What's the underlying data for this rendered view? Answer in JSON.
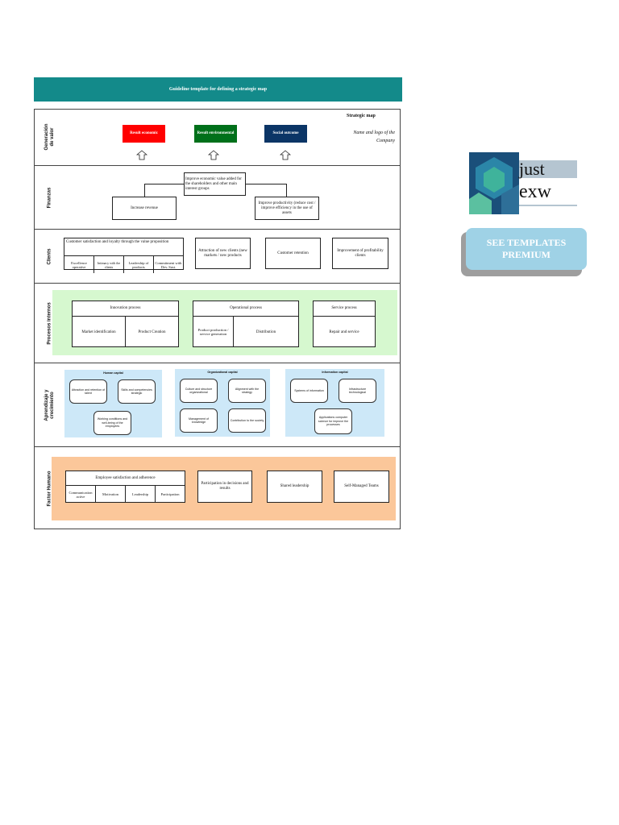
{
  "header": {
    "title": "Guideline template for defining a strategic map"
  },
  "colors": {
    "header": "#138a8a",
    "result_economic": "#ff0000",
    "result_environmental": "#00701a",
    "result_social": "#0b3566",
    "processes_bg": "#d6f8cf",
    "learning_bg": "#cde8f8",
    "human_bg": "#fbc79a",
    "premium_button": "#9fd2e6"
  },
  "value_generation": {
    "label": "Generación de valor",
    "results": [
      "Result economic",
      "Result environmental",
      "Social outcome"
    ],
    "strategic_map": "Strategic map",
    "logo_note": "Name and logo of the Company"
  },
  "finance": {
    "label": "Finanzas",
    "top": "Improve economic value added for the shareholders and other main interest groups",
    "left": "Increase revenue",
    "right": "Improve productivity (reduce cost / improve efficiency in the use of assets"
  },
  "clients": {
    "label": "Clients",
    "satisfaction_title": "Customer satisfaction and loyalty through the value proposition",
    "satisfaction_cells": [
      "Excellence operative",
      "Intimacy with the clients",
      "Leadership of products",
      "Commitment with Dev. Sust."
    ],
    "attraction": "Attraction of new clients (new markets / new products",
    "retention": "Customer retention",
    "profitability": "Improvement of profitability clients"
  },
  "processes": {
    "label": "Procesos internos",
    "innovation": {
      "title": "Innovation process",
      "cells": [
        "Market identification",
        "Product Creation"
      ]
    },
    "operational": {
      "title": "Operational process",
      "cells": [
        "Product production / service generation",
        "Distribution"
      ]
    },
    "service": {
      "title": "Service process",
      "cells": [
        "Repair and service"
      ]
    }
  },
  "learning": {
    "label": "Aprendizaje y crecimiento",
    "human": {
      "title": "Human capital",
      "items": [
        "Attraction and retention of talent",
        "Skills and competencies strategic",
        "Working conditions and well-being of the employees"
      ]
    },
    "organizational": {
      "title": "Organizational capital",
      "items": [
        "Culture and structure organizational",
        "Alignment with the strategy",
        "Management of knowledge",
        "Contribution to the society"
      ]
    },
    "information": {
      "title": "Information capital",
      "items": [
        "Systems of information",
        "Infrastructure technological",
        "Applications computer science for improve the processes"
      ]
    }
  },
  "human_factor": {
    "label": "Factor Humano",
    "satisfaction_title": "Employee satisfaction and adherence",
    "satisfaction_cells": [
      "Communication active",
      "Motivation",
      "Leadership",
      "Participation"
    ],
    "participation": "Participation in decisions and results",
    "shared": "Shared leadership",
    "self_managed": "Self-Managed Teams"
  },
  "promo": {
    "logo_line1": "just",
    "logo_line2": "exw",
    "button": "SEE TEMPLATES PREMIUM"
  }
}
